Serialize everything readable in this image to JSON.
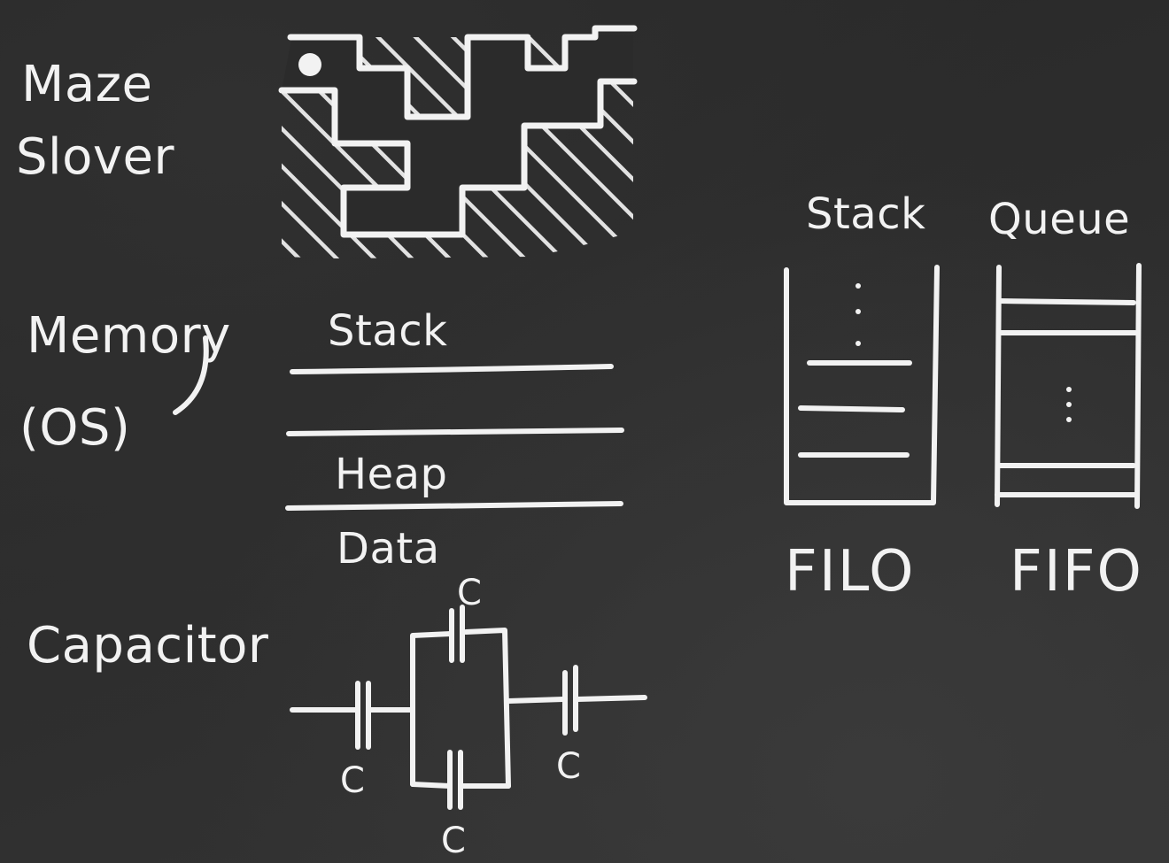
{
  "colors": {
    "board": "#2a2a2a",
    "chalk": "#f2f2f2"
  },
  "sections": {
    "maze": {
      "label_line1": "Maze",
      "label_line2": "Slover"
    },
    "memory": {
      "label_line1": "Memory",
      "label_line2": "(OS)",
      "segments": {
        "stack": "Stack",
        "heap": "Heap",
        "data": "Data"
      }
    },
    "capacitor": {
      "label": "Capacitor",
      "cap_labels": [
        "C",
        "C",
        "C",
        "C"
      ]
    },
    "structures": {
      "stack": {
        "title": "Stack",
        "order": "FILO"
      },
      "queue": {
        "title": "Queue",
        "order": "FIFO"
      }
    }
  }
}
